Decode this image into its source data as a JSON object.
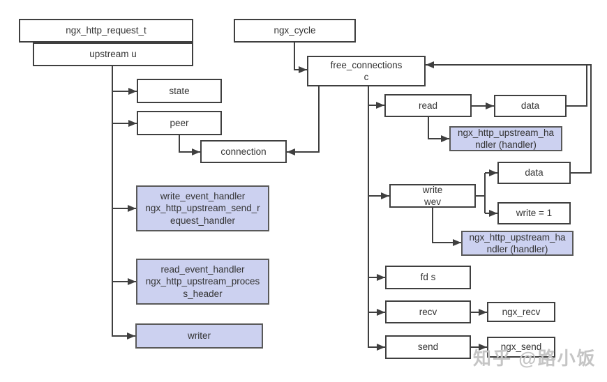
{
  "colors": {
    "line": "#3f3f3f",
    "box_border": "#3f3f3f",
    "box_fill": "#ffffff",
    "highlight_fill": "#ccd1f0",
    "highlight_border": "#595959",
    "text": "#333333",
    "watermark": "#c5c5c5"
  },
  "nodes": {
    "ngx_http_request_t": {
      "label": "ngx_http_request_t"
    },
    "upstream_u": {
      "label": "upstream u"
    },
    "ngx_cycle": {
      "label": "ngx_cycle"
    },
    "free_connections": {
      "label": "free_connections\nc"
    },
    "state": {
      "label": "state"
    },
    "peer": {
      "label": "peer"
    },
    "connection": {
      "label": "connection"
    },
    "read": {
      "label": "read"
    },
    "read_data": {
      "label": "data"
    },
    "read_handler": {
      "label": "ngx_http_upstream_ha\nndler (handler)"
    },
    "write_wev": {
      "label": "write\nwev"
    },
    "write_data": {
      "label": "data"
    },
    "write_eq_1": {
      "label": "write = 1"
    },
    "write_handler": {
      "label": "ngx_http_upstream_ha\nndler (handler)"
    },
    "write_event_handler": {
      "label": "write_event_handler\nngx_http_upstream_send_r\nequest_handler"
    },
    "read_event_handler": {
      "label": "read_event_handler\nngx_http_upstream_proces\ns_header"
    },
    "writer": {
      "label": "writer"
    },
    "fd_s": {
      "label": "fd s"
    },
    "recv": {
      "label": "recv"
    },
    "ngx_recv": {
      "label": "ngx_recv"
    },
    "send": {
      "label": "send"
    },
    "ngx_send": {
      "label": "ngx_send"
    }
  },
  "watermark": {
    "text": "知乎 @路小饭"
  }
}
